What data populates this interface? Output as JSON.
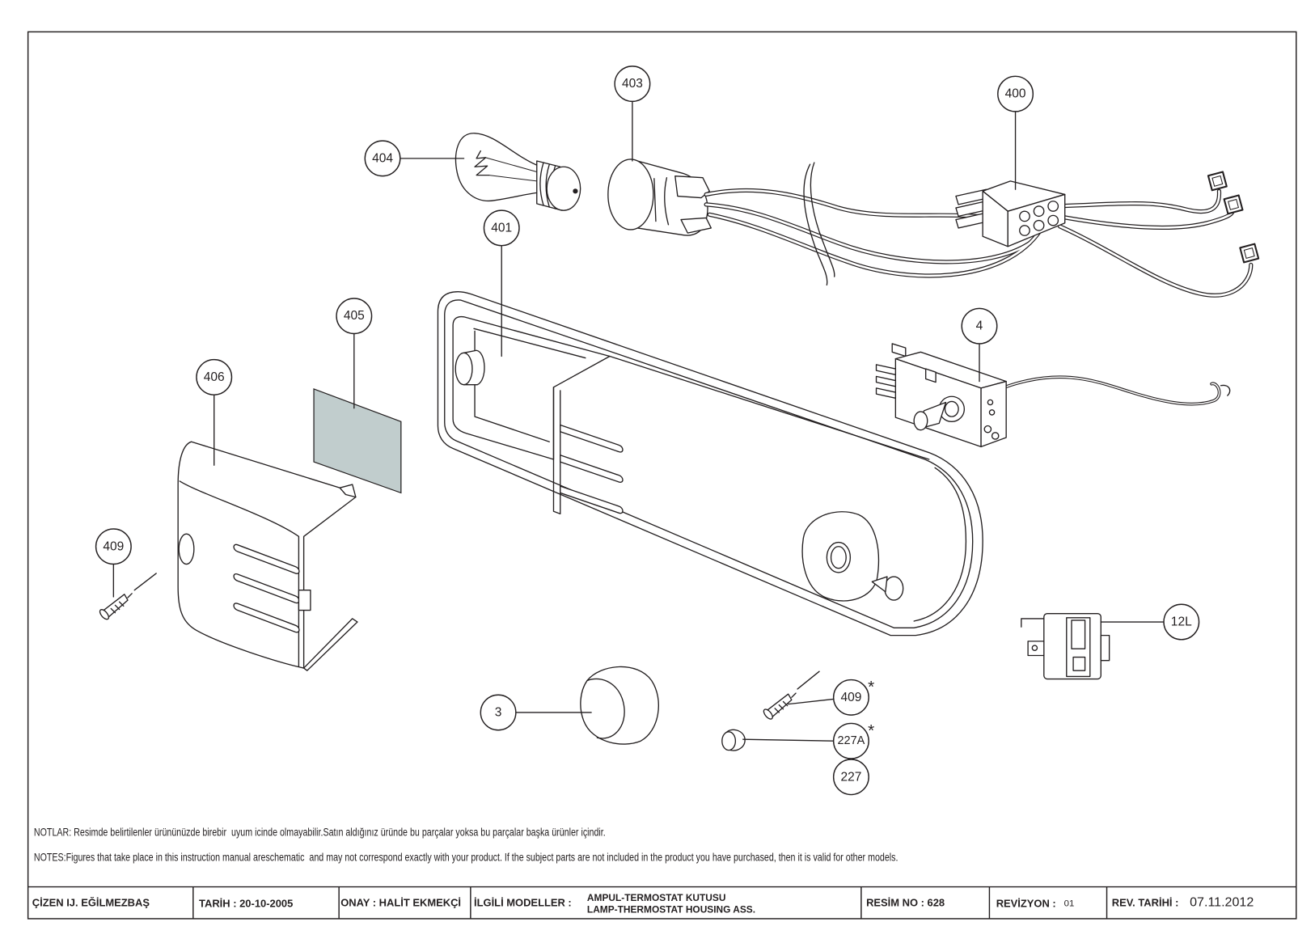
{
  "callouts": {
    "lamp_socket": "403",
    "wire_harness": "400",
    "lamp_bulb": "404",
    "housing": "401",
    "lamp_glass": "405",
    "lamp_cover": "406",
    "thermostat": "4",
    "screw_left": "409",
    "switch": "12L",
    "knob": "3",
    "screw_right": "409",
    "plug_227a": "227A",
    "plug_227": "227",
    "marker": "*"
  },
  "notes": {
    "tr": "NOTLAR: Resimde belirtilenler ürününüzde birebir  uyum icinde olmayabilir.Satın aldığınız üründe bu parçalar yoksa bu parçalar başka ürünler içindir.",
    "en": "NOTES:Figures that take place in this instruction manual areschematic  and may not correspond exactly with your product. If the subject parts are not included in the product you have purchased, then it is valid for other models."
  },
  "title_block": {
    "drawn_by": "ÇİZEN IJ. EĞİLMEZBAŞ",
    "date": "TARİH : 20-10-2005",
    "approved": "ONAY : HALİT EKMEKÇİ",
    "models_label": "İLGİLİ MODELLER :",
    "part_name_tr": "AMPUL-TERMOSTAT KUTUSU",
    "part_name_en": "LAMP-THERMOSTAT HOUSING ASS.",
    "drawing_no": "RESİM NO : 628",
    "revision_label": "REVİZYON :",
    "revision": "01",
    "rev_date_label": "REV. TARİHİ :",
    "rev_date": "07.11.2012"
  },
  "colors": {
    "line": "#231f20",
    "glass_fill": "#c1cdcd",
    "background": "#ffffff"
  }
}
